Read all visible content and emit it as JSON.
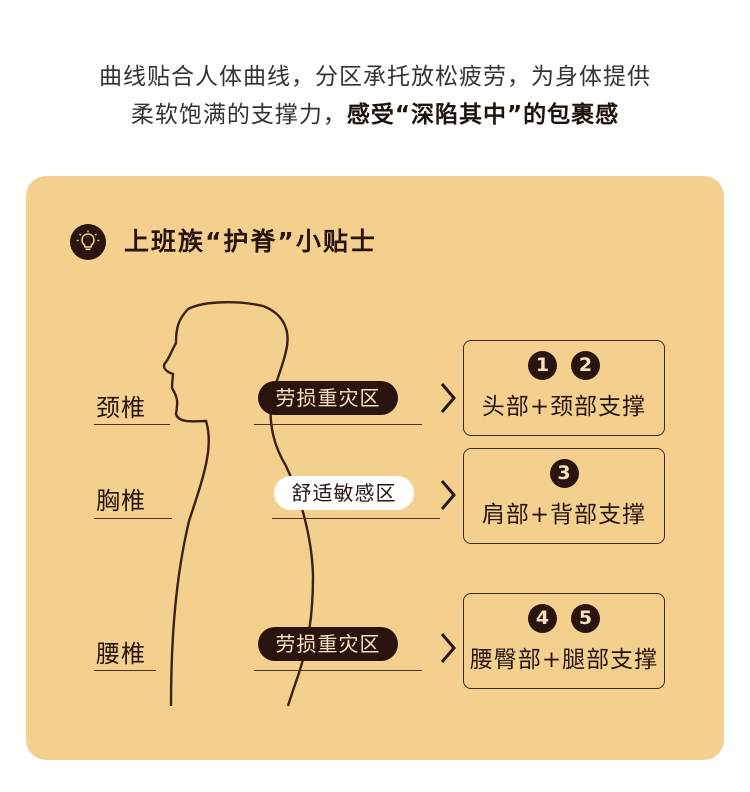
{
  "intro": {
    "line1": "曲线贴合人体曲线，分区承托放松疲劳，为身体提供",
    "line2_plain": "柔软饱满的支撑力，",
    "line2_bold": "感受“深陷其中”的包裹感"
  },
  "card": {
    "icon": "lightbulb-icon",
    "title": "上班族“护脊”小贴士",
    "segments": [
      {
        "label": "颈椎",
        "zone": "劳损重灾区",
        "zone_style": "dark",
        "badges": [
          "1",
          "2"
        ],
        "support": "头部+颈部支撑"
      },
      {
        "label": "胸椎",
        "zone": "舒适敏感区",
        "zone_style": "light",
        "badges": [
          "3"
        ],
        "support": "肩部+背部支撑"
      },
      {
        "label": "腰椎",
        "zone": "劳损重灾区",
        "zone_style": "dark",
        "badges": [
          "4",
          "5"
        ],
        "support": "腰臀部+腿部支撑"
      }
    ]
  },
  "colors": {
    "card_background": "#f4d08f",
    "dark_brown": "#2a1410",
    "pill_text_light": "#f7e2bd"
  }
}
